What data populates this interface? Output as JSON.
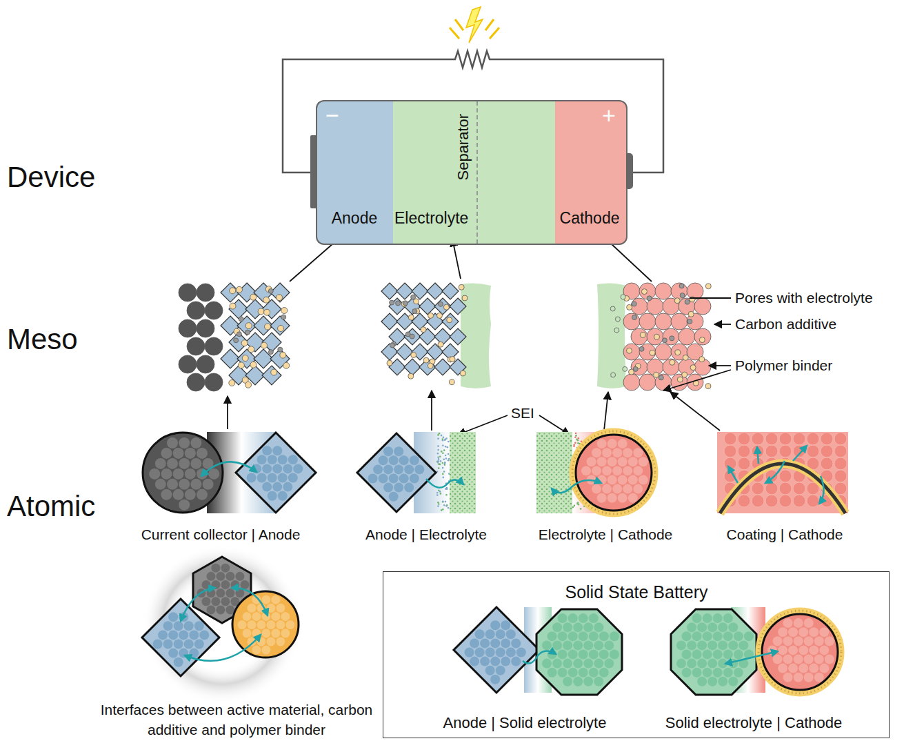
{
  "diagram": {
    "nodes": [
      {
        "text": [
          "−",
          "Anode"
        ]
      },
      {
        "text": [
          "Separator",
          "Electrolyte"
        ]
      },
      {
        "text": [
          "+",
          "Cathode"
        ]
      },
      {
        "text": [
          "Solid State Battery",
          "Anode | Solid electrolyte",
          "Solid electrolyte | Cathode"
        ]
      }
    ],
    "labels": [
      "Device",
      "Meso",
      "Atomic",
      "Pores with electrolyte",
      "Carbon additive",
      "Polymer binder",
      "SEI",
      "Current collector | Anode",
      "Anode | Electrolyte",
      "Electrolyte | Cathode",
      "Coating | Cathode",
      "Interfaces between active material, carbon additive and polymer binder"
    ]
  }
}
